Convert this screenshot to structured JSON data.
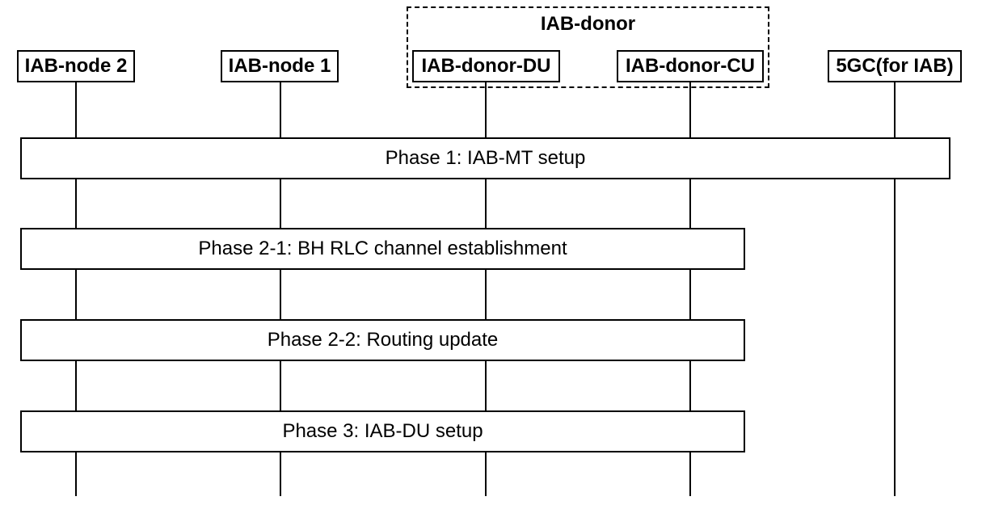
{
  "group": {
    "label": "IAB-donor"
  },
  "nodes": [
    {
      "id": "iab-node-2",
      "label": "IAB-node 2"
    },
    {
      "id": "iab-node-1",
      "label": "IAB-node 1"
    },
    {
      "id": "iab-donor-du",
      "label": "IAB-donor-DU"
    },
    {
      "id": "iab-donor-cu",
      "label": "IAB-donor-CU"
    },
    {
      "id": "5gc",
      "label": "5GC(for IAB)"
    }
  ],
  "phases": [
    {
      "label": "Phase 1: IAB-MT setup"
    },
    {
      "label": "Phase 2-1: BH RLC channel establishment"
    },
    {
      "label": "Phase 2-2: Routing update"
    },
    {
      "label": "Phase 3: IAB-DU setup"
    }
  ]
}
